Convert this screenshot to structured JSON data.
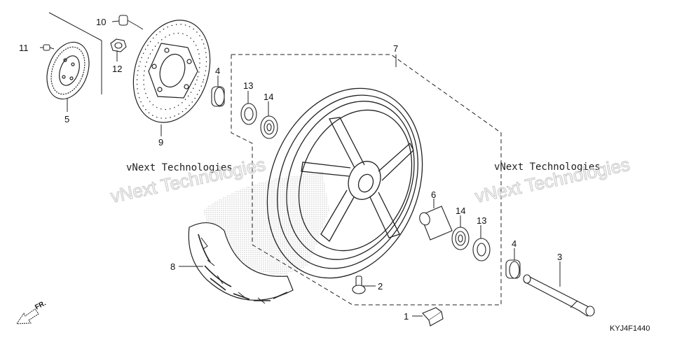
{
  "diagram_code": "KYJ4F1440",
  "direction_label": "FR.",
  "watermark": {
    "line1": "vNext Technologies",
    "line2": "vNext Technologies"
  },
  "callouts": {
    "p1": "1",
    "p2": "2",
    "p3": "3",
    "p4a": "4",
    "p4b": "4",
    "p5": "5",
    "p6": "6",
    "p7": "7",
    "p8": "8",
    "p9": "9",
    "p10": "10",
    "p11": "11",
    "p12": "12",
    "p13a": "13",
    "p13b": "13",
    "p14a": "14",
    "p14b": "14"
  },
  "part_icons": {
    "p1": "clip-icon",
    "p2": "valve-icon",
    "p3": "axle-icon",
    "p4": "collar-icon",
    "p5": "pulser-ring-icon",
    "p6": "spacer-icon",
    "p7": "wheel-icon",
    "p8": "tire-icon",
    "p9": "brake-disc-icon",
    "p10": "bolt-icon",
    "p11": "screw-icon",
    "p12": "nut-icon",
    "p13": "seal-icon",
    "p14": "bearing-icon"
  }
}
